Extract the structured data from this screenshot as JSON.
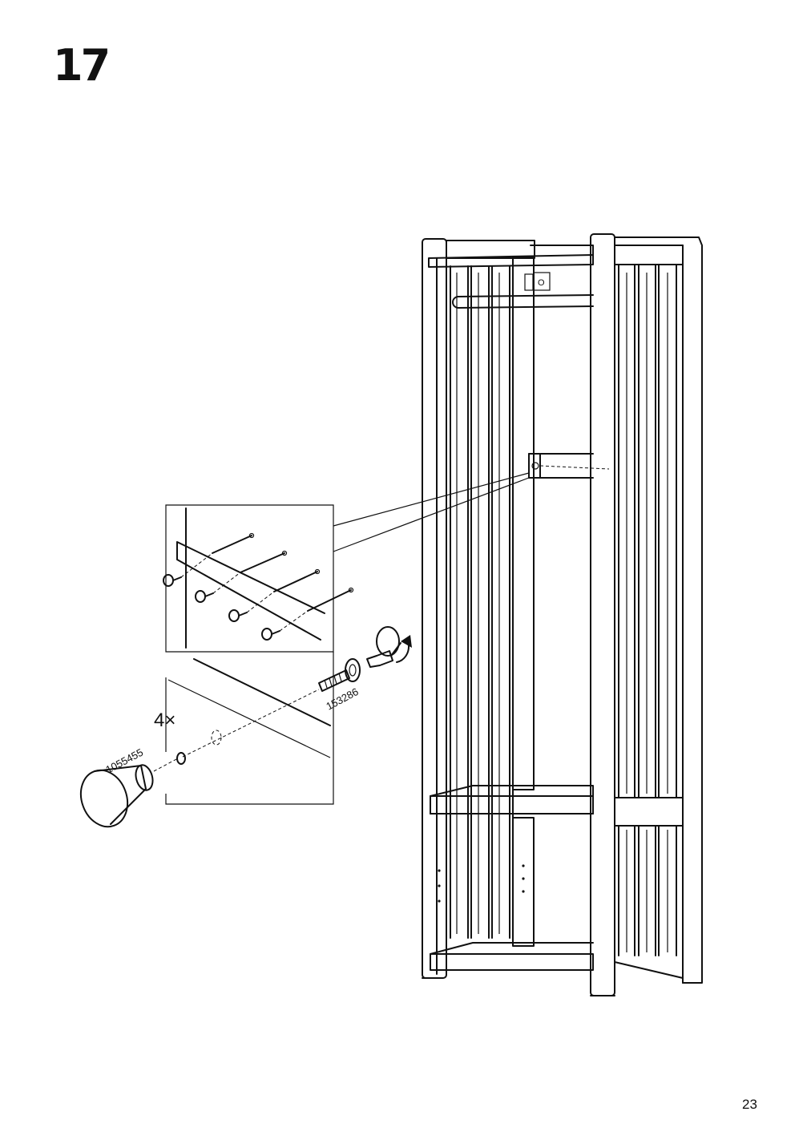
{
  "step": {
    "number": "17"
  },
  "detail": {
    "quantity": "4×",
    "screw_part_number": "153286",
    "knob_part_number": "1055455"
  },
  "page": {
    "number": "23"
  }
}
